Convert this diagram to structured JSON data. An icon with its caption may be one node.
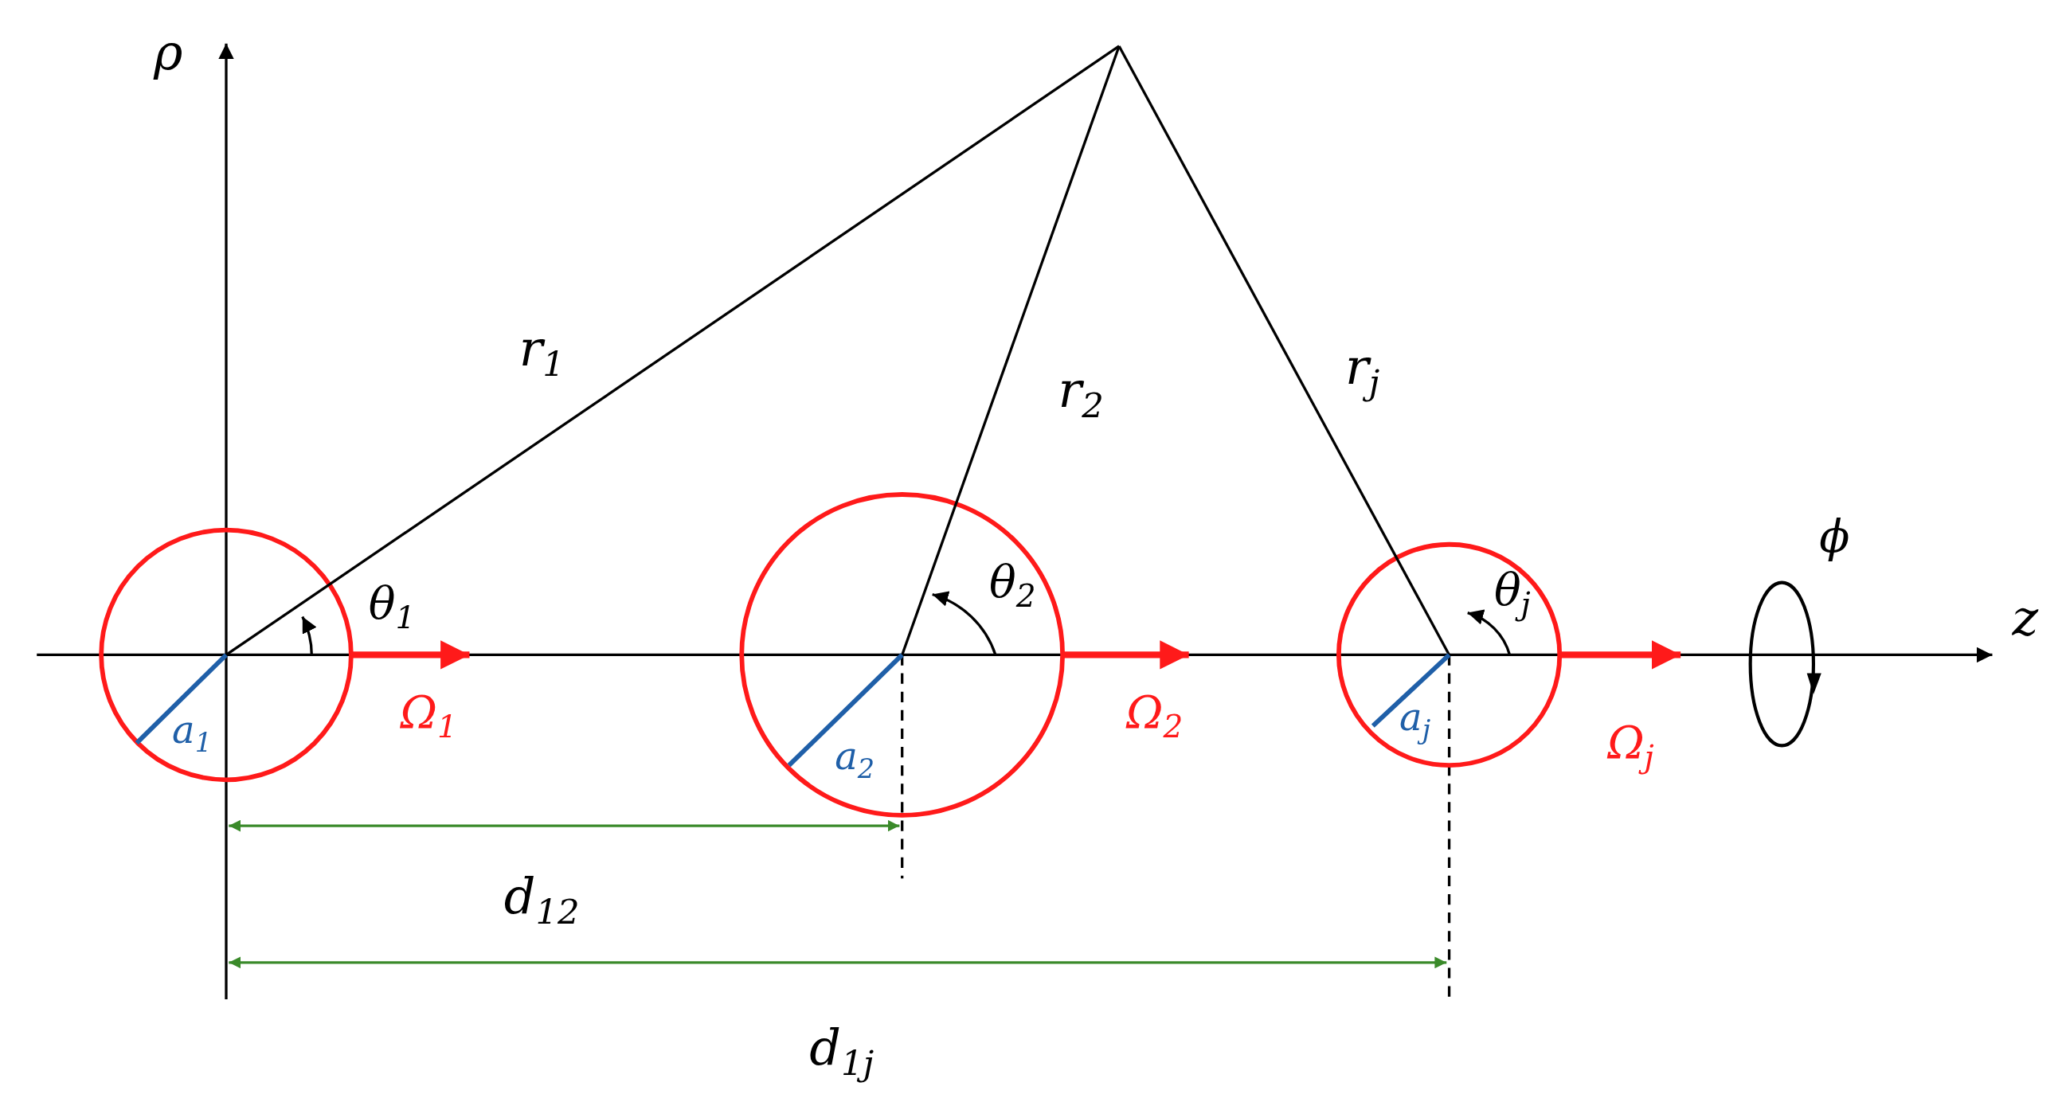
{
  "diagram": {
    "labels": [
      "ρ",
      "r$_{1}$",
      "r$_{2}$",
      "r$_{j}$",
      "θ$_{1}$",
      "θ$_{2}$",
      "θ$_{j}$",
      "ϕ",
      "z",
      "Ω$_{1}$",
      "Ω$_{2}$",
      "Ω$_{j}$",
      "a$_{1}$",
      "a$_{2}$",
      "a$_{j}$",
      "d$_{12}$",
      "d$_{1j}$"
    ]
  }
}
